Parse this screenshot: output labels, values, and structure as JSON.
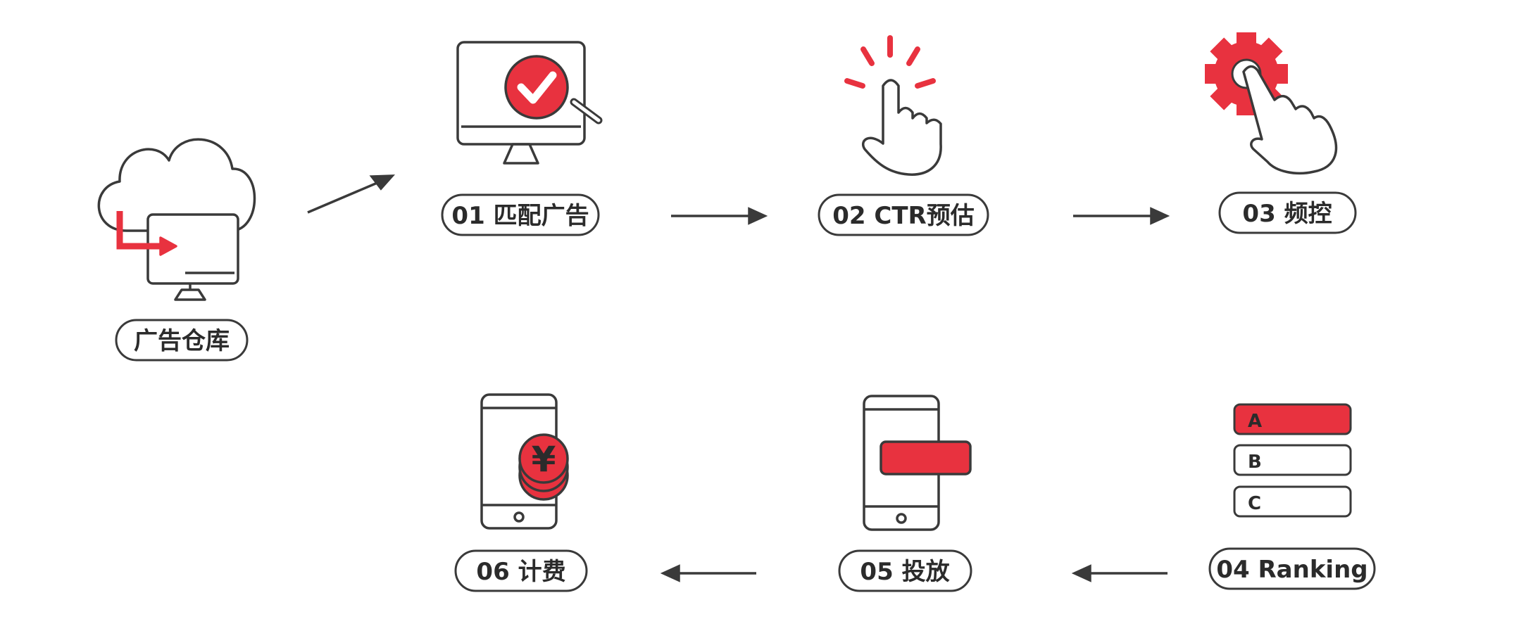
{
  "colors": {
    "accent": "#e8323f",
    "stroke": "#3a3a3a",
    "background": "#ffffff"
  },
  "nodes": {
    "warehouse": {
      "label": "广告仓库",
      "icon": "cloud-monitor-icon"
    },
    "match": {
      "label": "01 匹配广告",
      "icon": "monitor-check-magnifier-icon"
    },
    "ctr": {
      "label": "02 CTR预估",
      "icon": "tap-hand-icon"
    },
    "freq": {
      "label": "03 频控",
      "icon": "gear-hand-icon"
    },
    "ranking": {
      "label": "04 Ranking",
      "icon": "ranked-list-icon",
      "items": [
        "A",
        "B",
        "C"
      ]
    },
    "deliver": {
      "label": "05 投放",
      "icon": "phone-banner-icon"
    },
    "billing": {
      "label": "06 计费",
      "icon": "phone-yen-coin-icon",
      "symbol": "¥"
    }
  }
}
